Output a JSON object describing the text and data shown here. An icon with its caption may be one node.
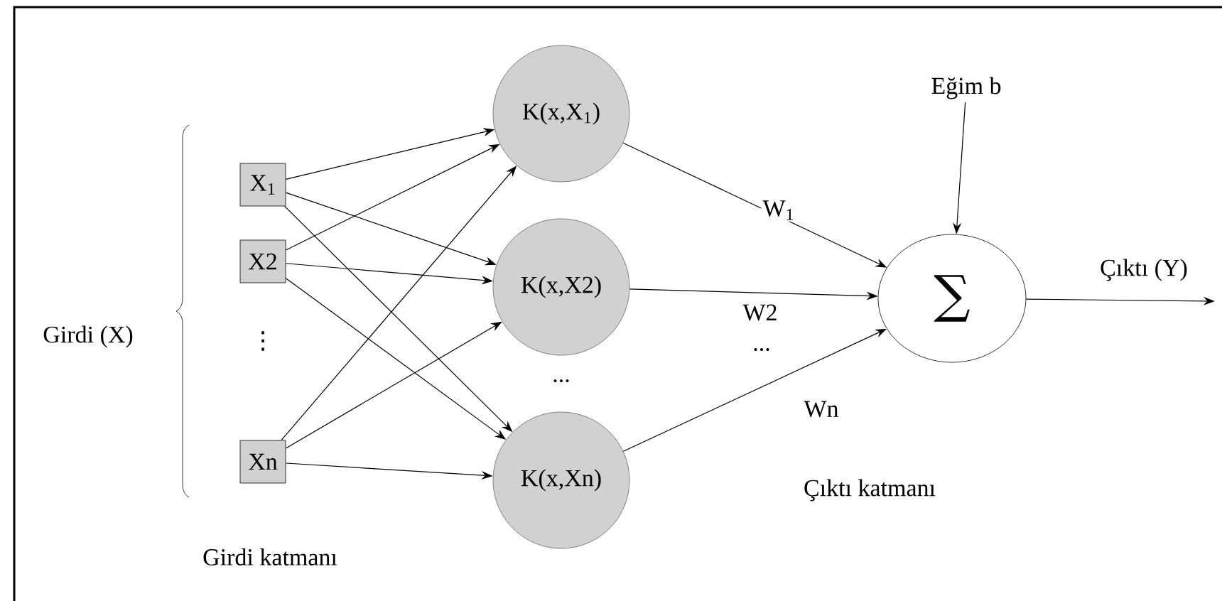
{
  "diagram": {
    "nodes": [
      {
        "text": [
          "X$_{1}$"
        ]
      },
      {
        "text": [
          "X2"
        ]
      },
      {
        "text": [
          "Xn"
        ]
      },
      {
        "text": [
          "K(x,X$_{1}$)"
        ]
      },
      {
        "text": [
          "K(x,X2)"
        ]
      },
      {
        "text": [
          "K(x,Xn)"
        ]
      },
      {
        "text": [
          "∑"
        ]
      },
      {
        "text": [
          "Eğim b"
        ]
      }
    ],
    "edges": [
      {
        "from": 0,
        "to": 3,
        "arrow": "to"
      },
      {
        "from": 0,
        "to": 4,
        "arrow": "to"
      },
      {
        "from": 0,
        "to": 5,
        "arrow": "to"
      },
      {
        "from": 1,
        "to": 3,
        "arrow": "to"
      },
      {
        "from": 1,
        "to": 4,
        "arrow": "to"
      },
      {
        "from": 1,
        "to": 5,
        "arrow": "to"
      },
      {
        "from": 2,
        "to": 3,
        "arrow": "to"
      },
      {
        "from": 2,
        "to": 4,
        "arrow": "to"
      },
      {
        "from": 2,
        "to": 5,
        "arrow": "to"
      },
      {
        "from": 3,
        "to": 6,
        "arrow": "to",
        "label": "W$_{1}$"
      },
      {
        "from": 4,
        "to": 6,
        "arrow": "to",
        "label": "W2"
      },
      {
        "from": 5,
        "to": 6,
        "arrow": "to",
        "label": "Wn"
      },
      {
        "from": 7,
        "to": 6,
        "arrow": "to"
      },
      {
        "from": 6,
        "to": null,
        "arrow": "to",
        "label": "Çıktı (Y)"
      }
    ],
    "labels": [
      "Girdi (X)",
      "⋮",
      "...",
      "...",
      "Girdi katmanı",
      "Çıktı katmanı"
    ]
  }
}
